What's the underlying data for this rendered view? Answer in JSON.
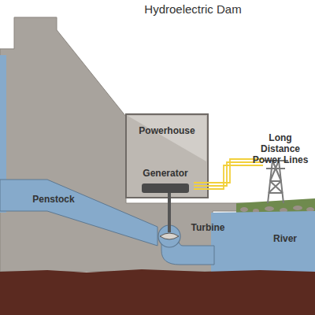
{
  "diagram": {
    "title": "Hydroelectric Dam",
    "nodes": [
      {
        "text": [
          "Powerhouse"
        ]
      },
      {
        "text": [
          "Generator"
        ],
        "in": 0
      }
    ],
    "labels": [
      "Long Distance Power Lines",
      "Penstock",
      "Turbine",
      "River"
    ]
  }
}
